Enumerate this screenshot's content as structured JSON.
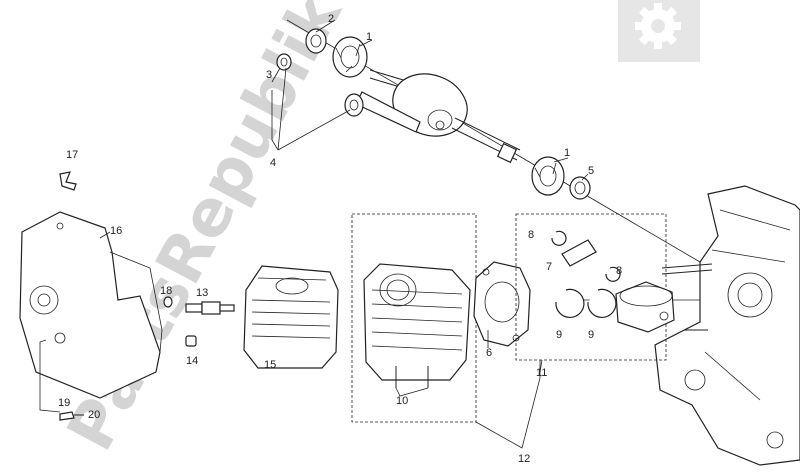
{
  "watermark": {
    "text": "PartsRepublik"
  },
  "logo_icon": "gear-icon",
  "callouts": {
    "c1a": "1",
    "c1b": "1",
    "c2": "2",
    "c3": "3",
    "c4": "4",
    "c5": "5",
    "c6": "6",
    "c7": "7",
    "c8a": "8",
    "c8b": "8",
    "c9a": "9",
    "c9b": "9",
    "c10": "10",
    "c11": "11",
    "c12": "12",
    "c13": "13",
    "c14": "14",
    "c15": "15",
    "c16": "16",
    "c17": "17",
    "c18": "18",
    "c19": "19",
    "c20": "20"
  }
}
